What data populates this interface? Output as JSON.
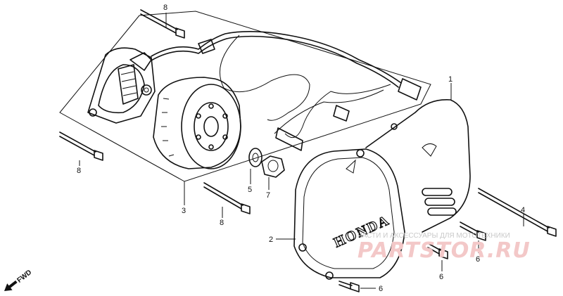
{
  "diagram": {
    "callouts": {
      "c1": "1",
      "c2": "2",
      "c3": "3",
      "c4": "4",
      "c5": "5",
      "c6a": "6",
      "c6b": "6",
      "c6c": "6",
      "c7": "7",
      "c8a": "8",
      "c8b": "8",
      "c8c": "8"
    },
    "cover_brand": "HONDA",
    "fwd_label": "FWD"
  },
  "watermark": {
    "line1": "ЧАСТИ И АКСЕССУАРЫ ДЛЯ МОТОТЕХНИКИ",
    "logo": "PARTSTOR.RU"
  },
  "colors": {
    "line": "#111111",
    "watermark_text": "#c9c9c9",
    "watermark_logo": "#f3c8c8"
  }
}
